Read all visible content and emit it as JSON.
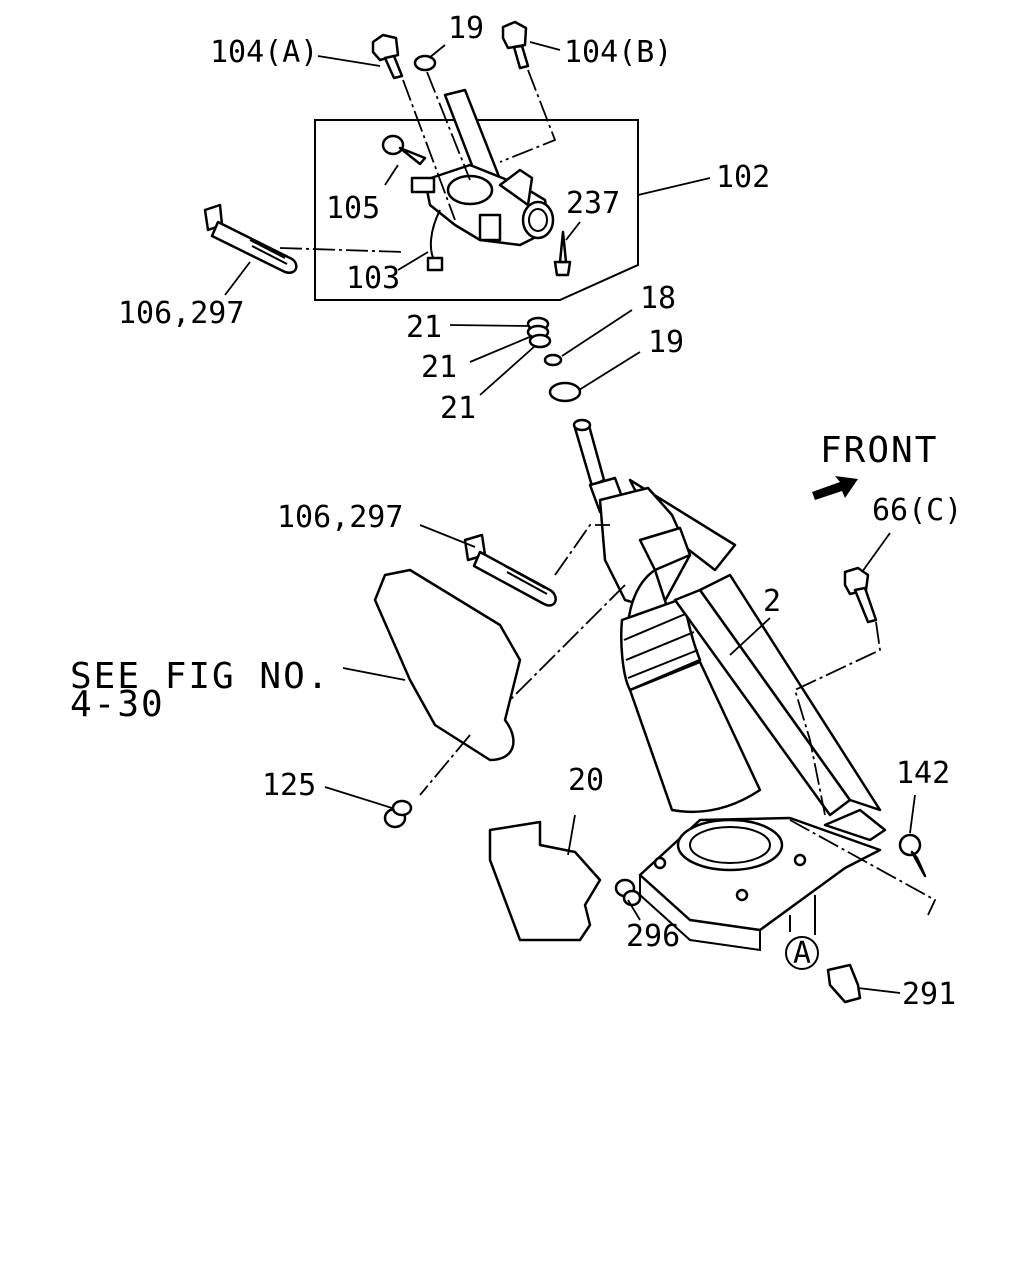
{
  "callouts": {
    "p104a": "104(A)",
    "p19_top": "19",
    "p104b": "104(B)",
    "p102": "102",
    "p105": "105",
    "p237": "237",
    "p103": "103",
    "p106_297_top": "106,297",
    "p21_a": "21",
    "p21_b": "21",
    "p21_c": "21",
    "p18": "18",
    "p19_mid": "19",
    "front": "FRONT",
    "p66c": "66(C)",
    "p106_297_mid": "106,297",
    "p2": "2",
    "see_fig_1": "SEE FIG NO.",
    "see_fig_2": "4-30",
    "p142": "142",
    "p125": "125",
    "p20": "20",
    "p296": "296",
    "circle_a": "A",
    "p291": "291"
  },
  "icons": {
    "front_arrow": "arrow-icon"
  }
}
